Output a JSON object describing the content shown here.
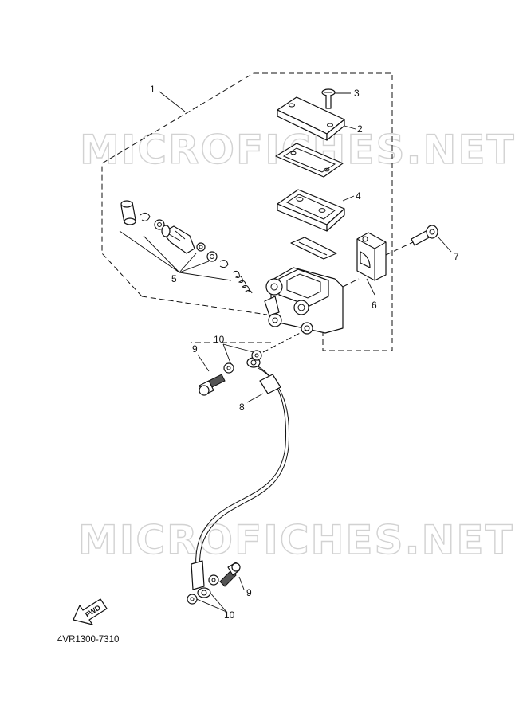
{
  "watermark": "MICROFICHES.NET",
  "callouts": [
    "1",
    "2",
    "3",
    "4",
    "5",
    "6",
    "7",
    "8",
    "9",
    "10"
  ],
  "forward_label": "FWD",
  "diagram_code": "4VR1300-7310"
}
